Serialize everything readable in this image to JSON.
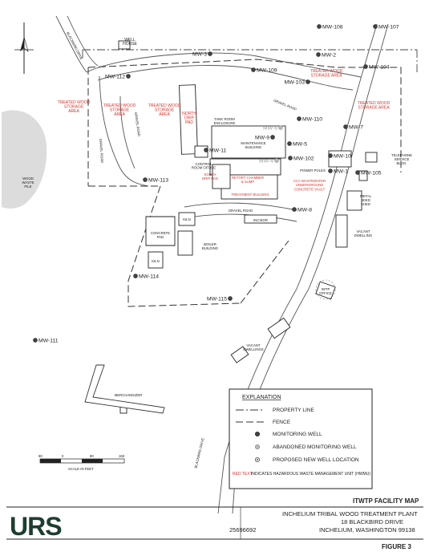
{
  "labels": {
    "well_house": "WELL\nHOUSE",
    "blackbird_drive_top": "BLACKBIRD DRIVE",
    "blackbird_drive_bottom": "BLACKBIRD DRIVE",
    "gravel_road_left": "GRAVEL ROAD",
    "gravel_road_mid": "GRAVEL ROAD",
    "gravel_road_top": "GRAVEL ROAD",
    "gravel_road_bottom": "GRAVEL ROAD",
    "tank_room": "TANK ROOM\nENCLOSURE",
    "maintenance": "MAINTENANCE\nBUILDING",
    "control_room": "CONTROL\nROOM OFFICE",
    "power_poles": "POWER POLES",
    "telephone": "TELEPHONE\nSERVICE\nBLDG.",
    "metal_seed": "METAL\nSEED\nSHED",
    "vacant_dwelling": "VACANT\nDWELLING",
    "vacant_dwellings": "VACANT\nDWELLINGS",
    "wood_waste": "WOOD\nWASTE\nPILE",
    "kiln1": "KILN",
    "kiln2": "KILN",
    "concrete_pad": "CONCRETE\nPAD",
    "boiler": "BOILER\nBUILDING",
    "incisor": "INCISOR",
    "iwtp": "IWTP\nOFFICE",
    "merchandizer": "MERCHANDIZER",
    "scale": "SCALE IN FEET",
    "scale_ticks": [
      "80",
      "0",
      "80",
      "160"
    ]
  },
  "red_labels": {
    "twsa_left": "TREATED WOOD\nSTORAGE\nAREA",
    "twsa_2": "TREATED WOOD\nSTORAGE\nAREA",
    "twsa_3": "TREATED WOOD\nSTORAGE\nAREA",
    "north_drip": "NORTH\nDRIP\nPAD",
    "twsa_top_right": "TREATED WOOD\nSTORAGE AREA",
    "twsa_right": "TREATED WOOD\nSTORAGE AREA",
    "south_drip": "SOUTH\nDRIP PAD",
    "retort": "RETORT CHAMBER\n& SUMP",
    "treatment": "TREATMENT BUILDING",
    "cca": "CCA WASTEWATER\nUNDERGROUND\nCONCRETE VAULT"
  },
  "wells": [
    {
      "id": "MW-108",
      "type": "monitoring"
    },
    {
      "id": "MW-107",
      "type": "monitoring"
    },
    {
      "id": "MW-3",
      "type": "monitoring"
    },
    {
      "id": "MW-2",
      "type": "monitoring"
    },
    {
      "id": "MW-109",
      "type": "monitoring"
    },
    {
      "id": "MW-104",
      "type": "monitoring"
    },
    {
      "id": "MW-112",
      "type": "monitoring"
    },
    {
      "id": "MW-103",
      "type": "monitoring"
    },
    {
      "id": "MW-6",
      "type": "abandoned"
    },
    {
      "id": "MW-9",
      "type": "monitoring"
    },
    {
      "id": "MW-110",
      "type": "monitoring"
    },
    {
      "id": "MW-7",
      "type": "monitoring"
    },
    {
      "id": "MW-11",
      "type": "monitoring"
    },
    {
      "id": "MW-5",
      "type": "monitoring"
    },
    {
      "id": "MW-4",
      "type": "abandoned"
    },
    {
      "id": "MW-102",
      "type": "monitoring"
    },
    {
      "id": "MW-10",
      "type": "monitoring"
    },
    {
      "id": "MW-1",
      "type": "monitoring"
    },
    {
      "id": "MW-105",
      "type": "monitoring"
    },
    {
      "id": "MW-113",
      "type": "monitoring"
    },
    {
      "id": "MW-8",
      "type": "monitoring"
    },
    {
      "id": "MW-114",
      "type": "monitoring"
    },
    {
      "id": "MW-115",
      "type": "monitoring"
    },
    {
      "id": "MW-111",
      "type": "monitoring"
    }
  ],
  "legend": {
    "title": "EXPLANATION",
    "property_line": "PROPERTY LINE",
    "fence": "FENCE",
    "monitoring_well": "MONITORING WELL",
    "abandoned_well": "ABANDONED MONITORING WELL",
    "proposed_well": "PROPOSED NEW WELL LOCATION",
    "red_text_prefix": "RED TEXT",
    "red_text_rest": "INDICATES HAZARDOUS WASTE MANAGEMENT UNIT (HWMU)"
  },
  "title_block": {
    "map_title": "ITWTP FACILITY MAP",
    "plant_name": "INCHELIUM TRIBAL WOOD TREATMENT PLANT",
    "address": "18 BLACKBIRD DRIVE",
    "city": "INCHELIUM, WASHINGTON 99138",
    "job_number": "25696692",
    "logo": "URS",
    "figure": "FIGURE 3"
  },
  "colors": {
    "hazard_text": "#d8322a",
    "logo": "#1e3d30",
    "line": "#333333"
  }
}
